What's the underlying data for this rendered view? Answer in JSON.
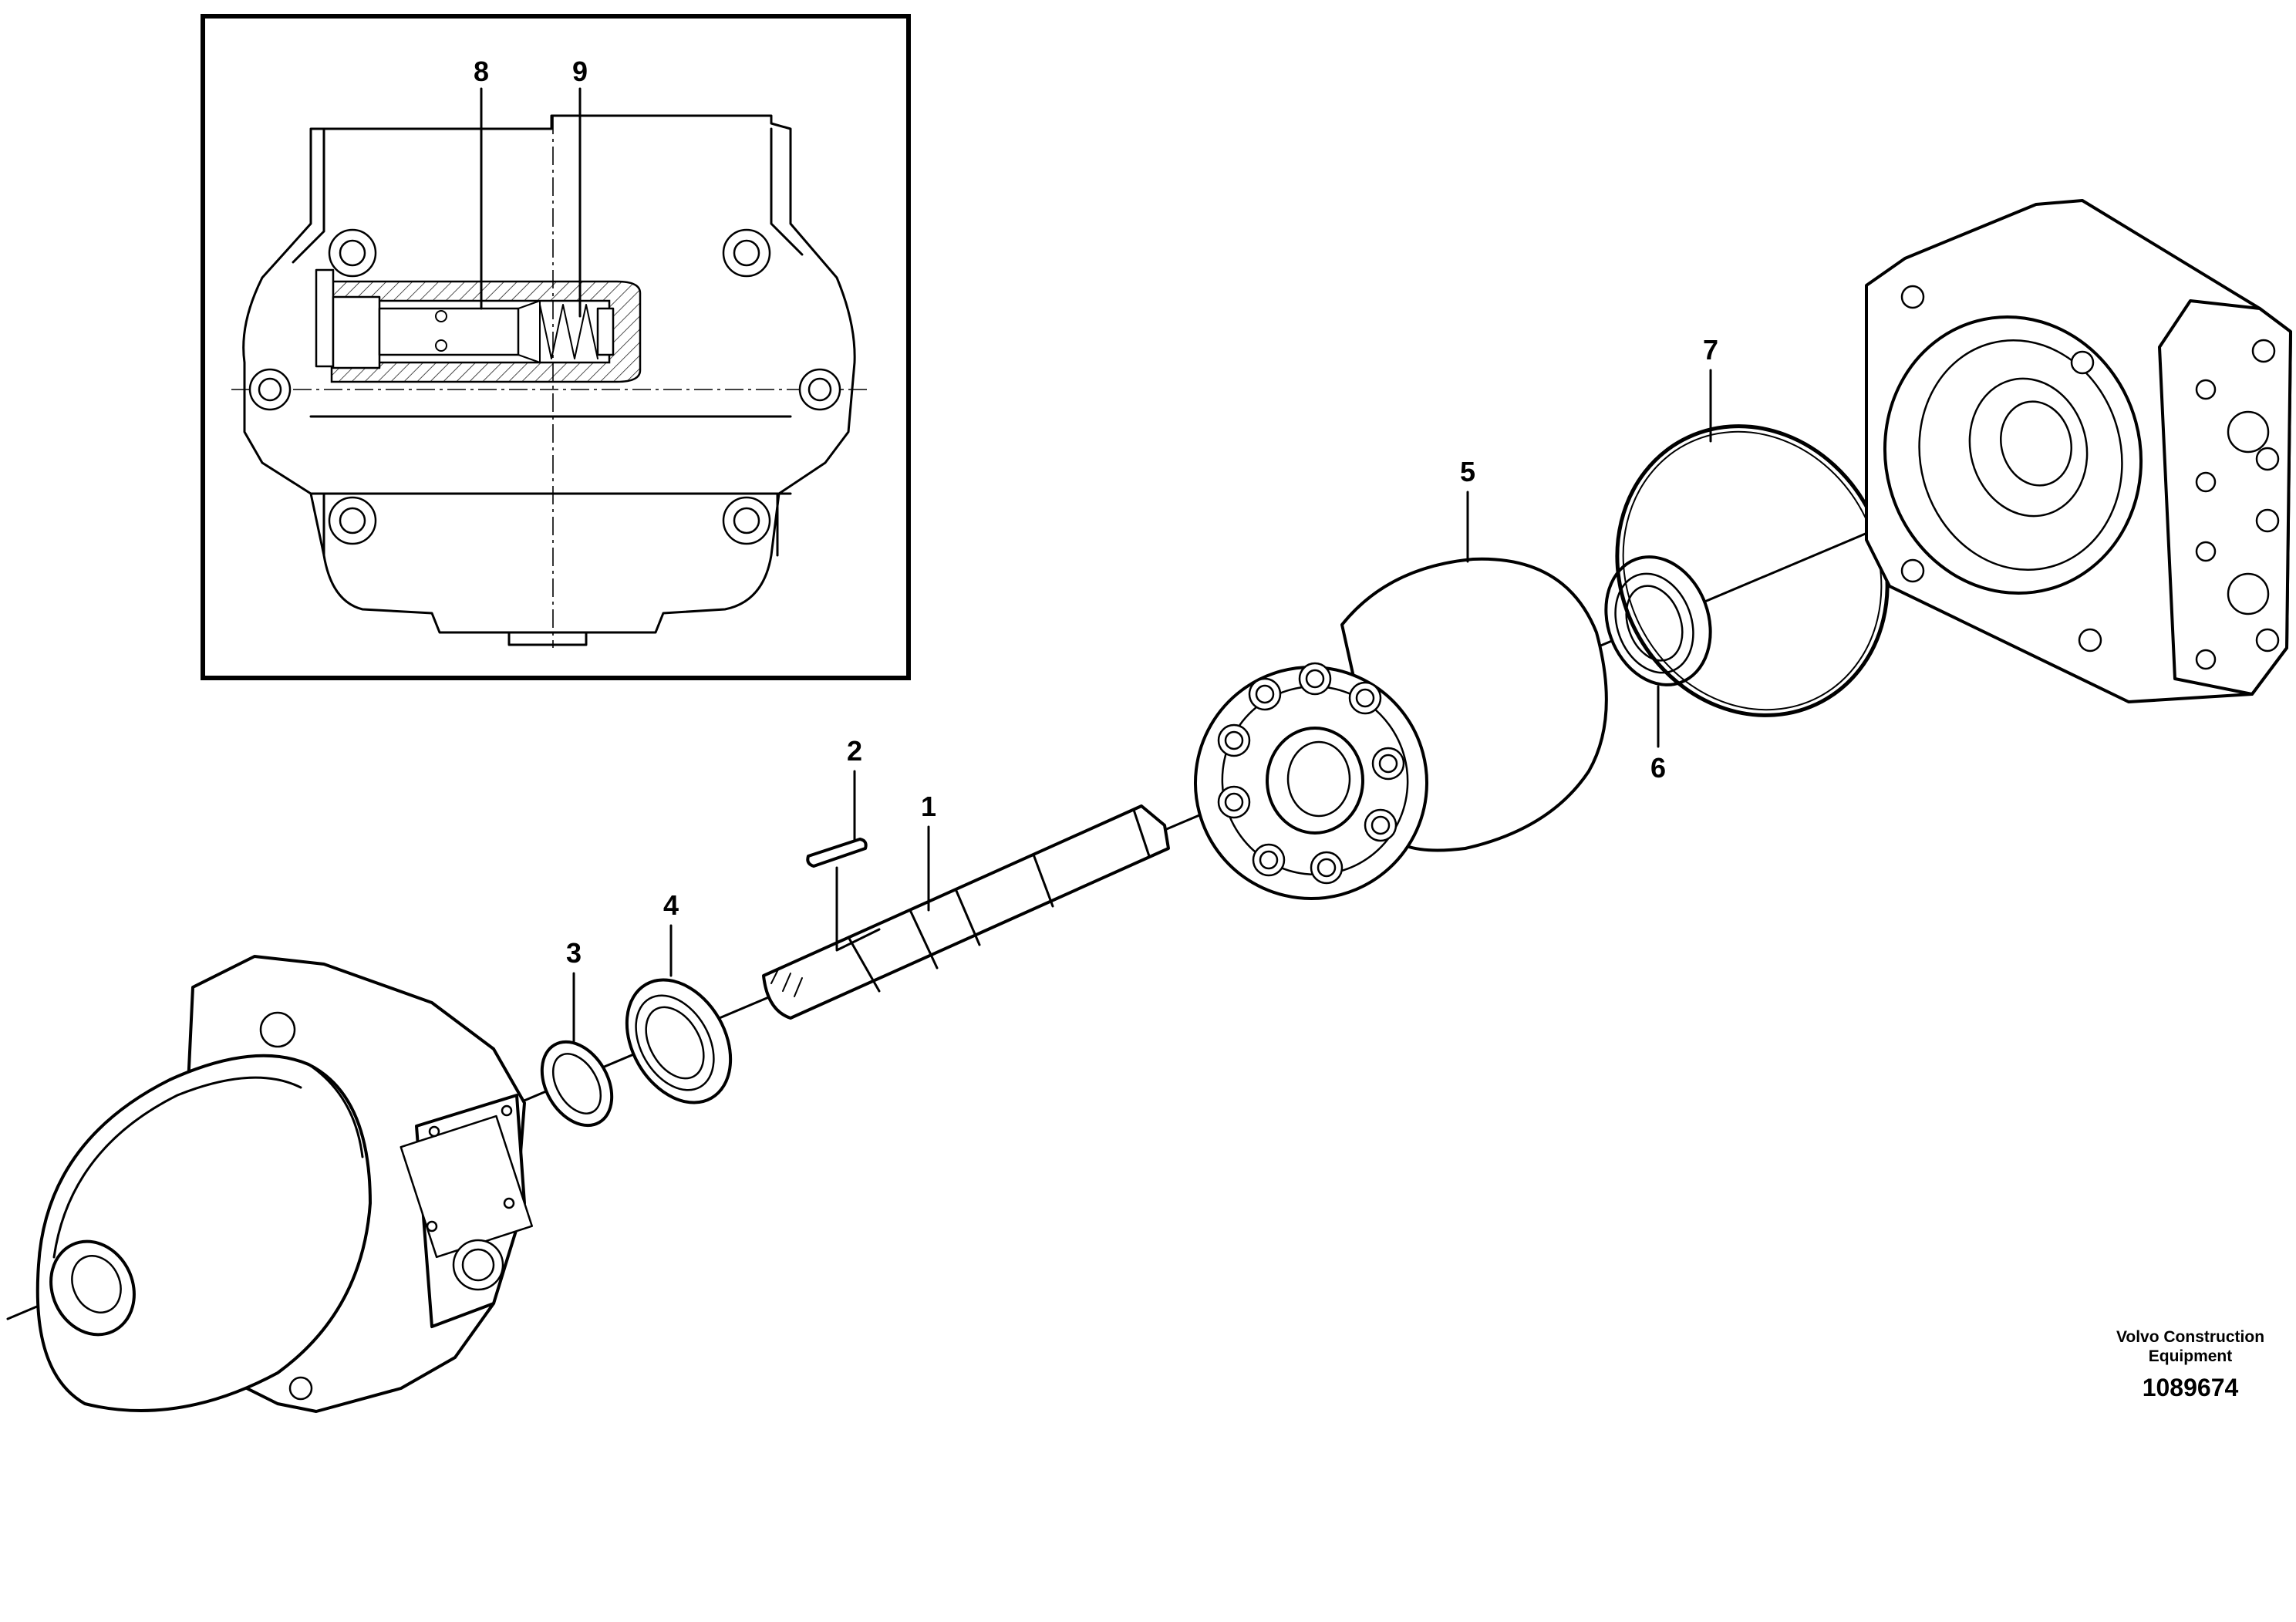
{
  "callouts": [
    {
      "id": "1",
      "label": "1"
    },
    {
      "id": "2",
      "label": "2"
    },
    {
      "id": "3",
      "label": "3"
    },
    {
      "id": "4",
      "label": "4"
    },
    {
      "id": "5",
      "label": "5"
    },
    {
      "id": "6",
      "label": "6"
    },
    {
      "id": "7",
      "label": "7"
    },
    {
      "id": "8",
      "label": "8"
    },
    {
      "id": "9",
      "label": "9"
    }
  ],
  "footer": {
    "brand_line1": "Volvo Construction",
    "brand_line2": "Equipment",
    "document_number": "1089674"
  }
}
